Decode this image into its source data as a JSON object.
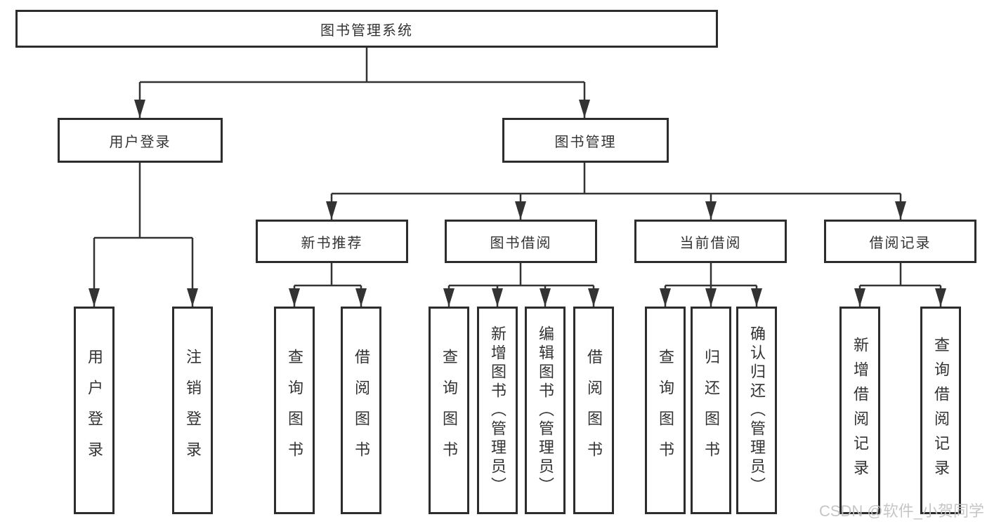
{
  "title": "图书管理系统",
  "watermark": "CSDN @软件_小贺同学",
  "colors": {
    "box_border": "#2d2d2d",
    "line": "#333333",
    "text": "#333333",
    "watermark": "#c1c1c1",
    "background": "#ffffff"
  },
  "branches": [
    {
      "label": "用户登录",
      "children": [
        {
          "label": "用户登录"
        },
        {
          "label": "注销登录"
        }
      ]
    },
    {
      "label": "图书管理",
      "children": [
        {
          "label": "新书推荐",
          "children": [
            {
              "label": "查询图书"
            },
            {
              "label": "借阅图书"
            }
          ]
        },
        {
          "label": "图书借阅",
          "children": [
            {
              "label": "查询图书"
            },
            {
              "label": "新增图书（管理员）"
            },
            {
              "label": "编辑图书（管理员）"
            },
            {
              "label": "借阅图书"
            }
          ]
        },
        {
          "label": "当前借阅",
          "children": [
            {
              "label": "查询图书"
            },
            {
              "label": "归还图书"
            },
            {
              "label": "确认归还（管理员）"
            }
          ]
        },
        {
          "label": "借阅记录",
          "children": [
            {
              "label": "新增借阅记录"
            },
            {
              "label": "查询借阅记录"
            }
          ]
        }
      ]
    }
  ]
}
